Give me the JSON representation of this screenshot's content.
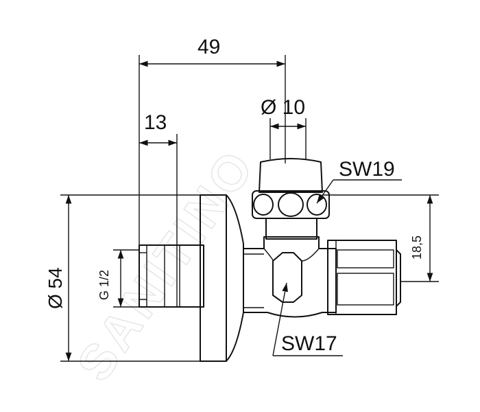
{
  "watermark": "SANITINO",
  "dimensions": {
    "overall_length": "49",
    "thread_length": "13",
    "spindle_diameter": "Ø 10",
    "rosette_diameter": "Ø 54",
    "thread_size": "G 1/2",
    "outlet_offset": "18,5"
  },
  "wrench_sizes": {
    "handle": "SW19",
    "body": "SW17"
  }
}
